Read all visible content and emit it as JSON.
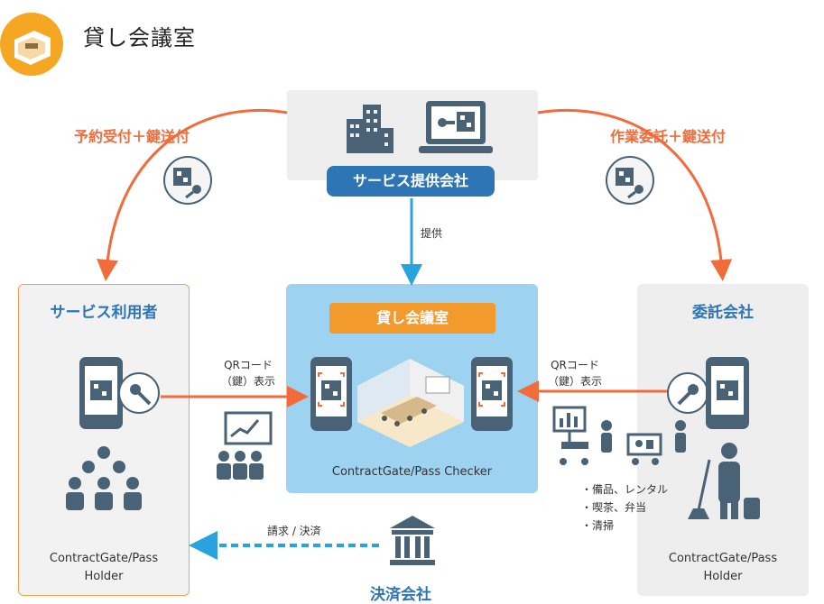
{
  "title": "貸し会議室",
  "service_provider": "サービス提供会社",
  "service_user": "サービス利用者",
  "contractor": "委託会社",
  "venue": "貸し会議室",
  "payment_company": "決済会社",
  "arrow_left_label": "予約受付＋鍵送付",
  "arrow_right_label": "作業委託＋鍵送付",
  "provide_label": "提供",
  "qr_label_left_1": "QRコード",
  "qr_label_left_2": "（鍵）表示",
  "qr_label_right_1": "QRコード",
  "qr_label_right_2": "（鍵）表示",
  "billing_label": "請求 / 決済",
  "checker_caption": "ContractGate/Pass Checker",
  "holder_left_1": "ContractGate/Pass",
  "holder_left_2": "Holder",
  "holder_right_1": "ContractGate/Pass",
  "holder_right_2": "Holder",
  "tasks": [
    "・備品、レンタル",
    "・喫茶、弁当",
    "・清掃"
  ],
  "colors": {
    "orange": "#f26b3a",
    "blue": "#2e75b6",
    "sky": "#29a3dd",
    "badge_orange": "#f39a2c"
  }
}
